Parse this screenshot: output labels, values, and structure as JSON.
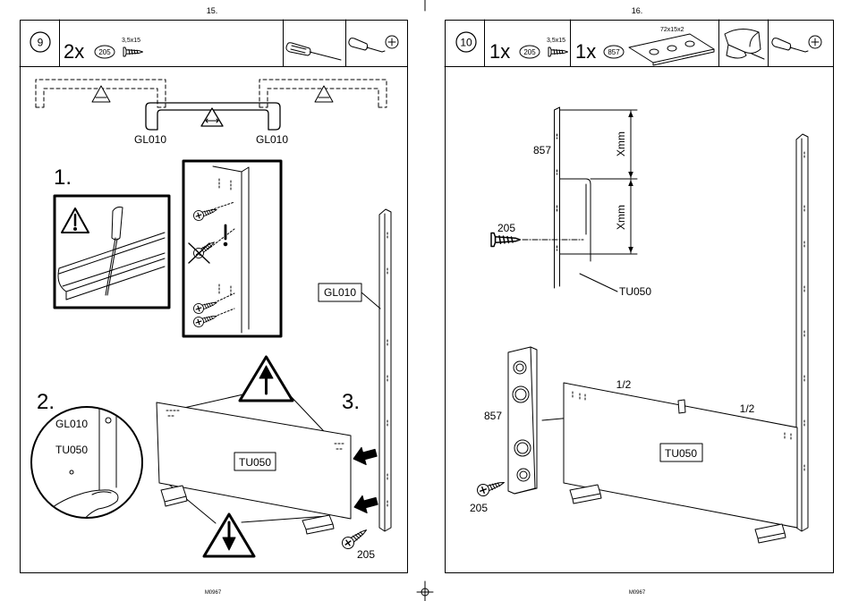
{
  "colors": {
    "ink": "#000000",
    "paper": "#ffffff"
  },
  "pages": [
    {
      "page_number": "15.",
      "footer": "M0967",
      "header": {
        "step_number": "9",
        "quantity": "2x",
        "part_code": "205",
        "part_size": "3,5x15",
        "icons": [
          "screw-icon",
          "flat-screwdriver-icon",
          "phillips-screwdriver-icon"
        ]
      },
      "body": {
        "top_left_label": "GL010",
        "top_right_label": "GL010",
        "substep_1": "1.",
        "substep_2": "2.",
        "substep_3": "3.",
        "side_panel_label": "GL010",
        "detail_top_label": "GL010",
        "detail_bottom_label": "TU050",
        "back_panel_label": "TU050",
        "screw_label": "205",
        "icons": [
          "warning-triangle-icon",
          "exclamation-icon",
          "screw-icon",
          "arrow-left-icon",
          "thumb-icon"
        ]
      }
    },
    {
      "page_number": "16.",
      "footer": "M0967",
      "header": {
        "step_number": "10",
        "quantity_1": "1x",
        "part_code_1": "205",
        "part_size_1": "3,5x15",
        "quantity_2": "1x",
        "part_code_2": "857",
        "part_size_2": "72x15x2",
        "icons": [
          "screw-icon",
          "connector-plate-icon",
          "clamp-icon",
          "phillips-screwdriver-icon"
        ]
      },
      "body": {
        "connector_label": "857",
        "dimension_upper": "Xmm",
        "dimension_lower": "Xmm",
        "screw_label_top": "205",
        "back_panel_callout": "TU050",
        "half_mark_left": "1/2",
        "half_mark_right": "1/2",
        "plate_label": "857",
        "back_panel_label": "TU050",
        "screw_label_bottom": "205",
        "icons": [
          "screw-icon",
          "connector-plate-icon"
        ]
      }
    }
  ]
}
